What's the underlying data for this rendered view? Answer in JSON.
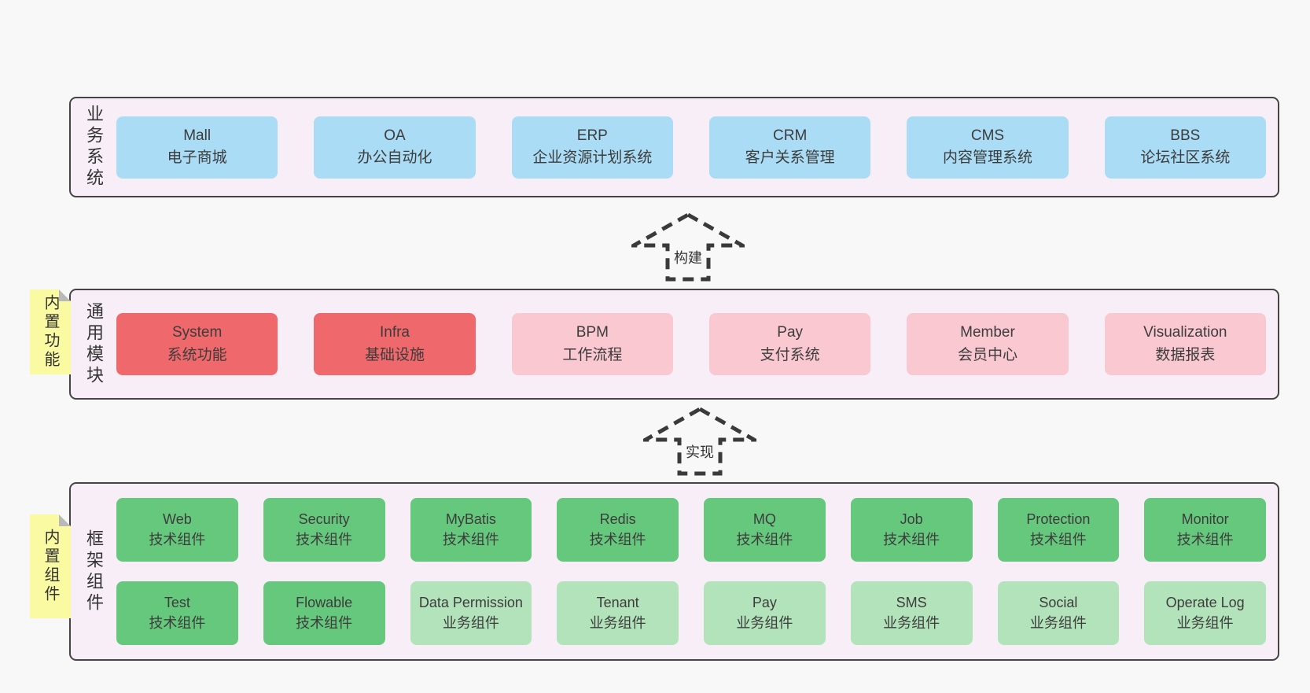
{
  "colors": {
    "page_bg": "#f8f8f8",
    "panel_bg": "#f7eef7",
    "panel_border": "#454545",
    "business_box": "#aadcf5",
    "core_module_box": "#ef686b",
    "optional_module_box": "#f9c8d1",
    "tech_component_box": "#66c87c",
    "biz_component_box": "#b3e3ba",
    "sticky_note": "#fafaa2",
    "sticky_fold": "#b9b9b9",
    "text": "#3c3c3c"
  },
  "business": {
    "label": "业务系统",
    "items": [
      {
        "name": "Mall",
        "desc": "电子商城"
      },
      {
        "name": "OA",
        "desc": "办公自动化"
      },
      {
        "name": "ERP",
        "desc": "企业资源计划系统"
      },
      {
        "name": "CRM",
        "desc": "客户关系管理"
      },
      {
        "name": "CMS",
        "desc": "内容管理系统"
      },
      {
        "name": "BBS",
        "desc": "论坛社区系统"
      }
    ]
  },
  "arrow_build": {
    "label": "构建"
  },
  "common": {
    "sticky": "内置功能",
    "label": "通用模块",
    "items": [
      {
        "name": "System",
        "desc": "系统功能"
      },
      {
        "name": "Infra",
        "desc": "基础设施"
      },
      {
        "name": "BPM",
        "desc": "工作流程"
      },
      {
        "name": "Pay",
        "desc": "支付系统"
      },
      {
        "name": "Member",
        "desc": "会员中心"
      },
      {
        "name": "Visualization",
        "desc": "数据报表"
      }
    ]
  },
  "arrow_implement": {
    "label": "实现"
  },
  "framework": {
    "sticky": "内置组件",
    "label": "框架组件",
    "row1": [
      {
        "name": "Web",
        "desc": "技术组件"
      },
      {
        "name": "Security",
        "desc": "技术组件"
      },
      {
        "name": "MyBatis",
        "desc": "技术组件"
      },
      {
        "name": "Redis",
        "desc": "技术组件"
      },
      {
        "name": "MQ",
        "desc": "技术组件"
      },
      {
        "name": "Job",
        "desc": "技术组件"
      },
      {
        "name": "Protection",
        "desc": "技术组件"
      },
      {
        "name": "Monitor",
        "desc": "技术组件"
      }
    ],
    "row2": [
      {
        "name": "Test",
        "desc": "技术组件"
      },
      {
        "name": "Flowable",
        "desc": "技术组件"
      },
      {
        "name": "Data Permission",
        "desc": "业务组件"
      },
      {
        "name": "Tenant",
        "desc": "业务组件"
      },
      {
        "name": "Pay",
        "desc": "业务组件"
      },
      {
        "name": "SMS",
        "desc": "业务组件"
      },
      {
        "name": "Social",
        "desc": "业务组件"
      },
      {
        "name": "Operate Log",
        "desc": "业务组件"
      }
    ]
  }
}
